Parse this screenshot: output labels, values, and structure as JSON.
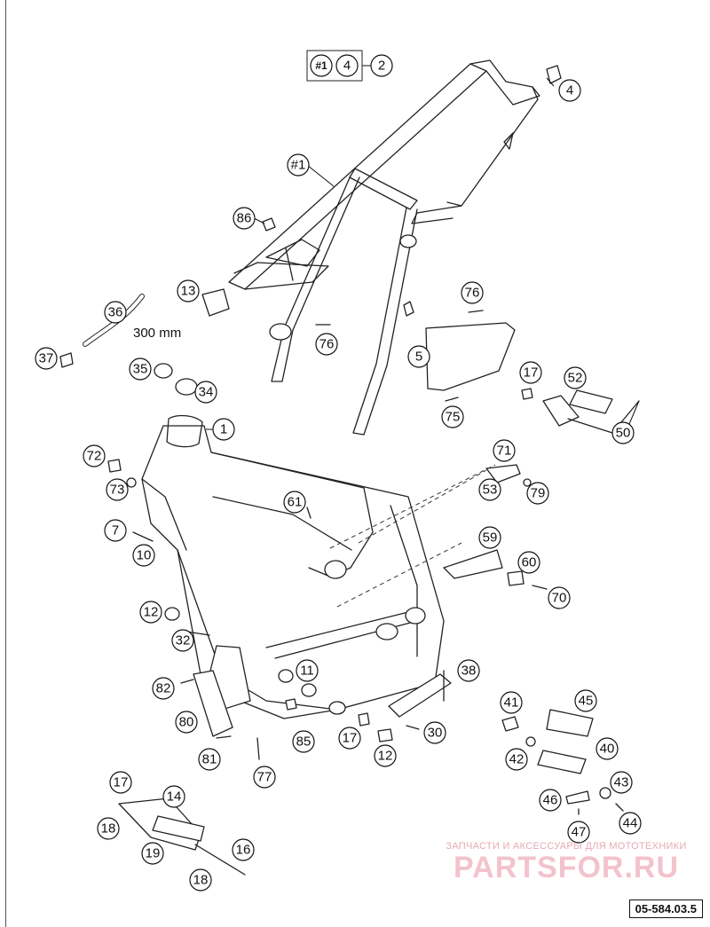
{
  "diagram_code": "05-584.03.5",
  "dimension_note": "300 mm",
  "watermark": {
    "subtitle": "ЗАПЧАСТИ И АКСЕССУАРЫ ДЛЯ МОТОТЕХНИКИ",
    "logo": "PARTSFOR.RU"
  },
  "assembly_box": {
    "ref": "#1",
    "qty": "4",
    "part": "2"
  },
  "callouts": [
    {
      "id": "c-sub",
      "label": "#1"
    },
    {
      "id": "c-4",
      "label": "4"
    },
    {
      "id": "c-86",
      "label": "86"
    },
    {
      "id": "c-13",
      "label": "13"
    },
    {
      "id": "c-36",
      "label": "36"
    },
    {
      "id": "c-37",
      "label": "37"
    },
    {
      "id": "c-35",
      "label": "35"
    },
    {
      "id": "c-34",
      "label": "34"
    },
    {
      "id": "c-76a",
      "label": "76"
    },
    {
      "id": "c-76b",
      "label": "76"
    },
    {
      "id": "c-5",
      "label": "5"
    },
    {
      "id": "c-75",
      "label": "75"
    },
    {
      "id": "c-17a",
      "label": "17"
    },
    {
      "id": "c-52",
      "label": "52"
    },
    {
      "id": "c-50",
      "label": "50"
    },
    {
      "id": "c-1",
      "label": "1"
    },
    {
      "id": "c-72",
      "label": "72"
    },
    {
      "id": "c-73",
      "label": "73"
    },
    {
      "id": "c-71",
      "label": "71"
    },
    {
      "id": "c-53",
      "label": "53"
    },
    {
      "id": "c-79",
      "label": "79"
    },
    {
      "id": "c-61",
      "label": "61"
    },
    {
      "id": "c-7",
      "label": "7"
    },
    {
      "id": "c-10",
      "label": "10"
    },
    {
      "id": "c-59",
      "label": "59"
    },
    {
      "id": "c-60",
      "label": "60"
    },
    {
      "id": "c-70",
      "label": "70"
    },
    {
      "id": "c-12a",
      "label": "12"
    },
    {
      "id": "c-32",
      "label": "32"
    },
    {
      "id": "c-11",
      "label": "11"
    },
    {
      "id": "c-38",
      "label": "38"
    },
    {
      "id": "c-82",
      "label": "82"
    },
    {
      "id": "c-80",
      "label": "80"
    },
    {
      "id": "c-85",
      "label": "85"
    },
    {
      "id": "c-17b",
      "label": "17"
    },
    {
      "id": "c-30",
      "label": "30"
    },
    {
      "id": "c-41",
      "label": "41"
    },
    {
      "id": "c-45",
      "label": "45"
    },
    {
      "id": "c-81",
      "label": "81"
    },
    {
      "id": "c-77",
      "label": "77"
    },
    {
      "id": "c-12b",
      "label": "12"
    },
    {
      "id": "c-42",
      "label": "42"
    },
    {
      "id": "c-40",
      "label": "40"
    },
    {
      "id": "c-17c",
      "label": "17"
    },
    {
      "id": "c-14",
      "label": "14"
    },
    {
      "id": "c-43",
      "label": "43"
    },
    {
      "id": "c-46",
      "label": "46"
    },
    {
      "id": "c-44",
      "label": "44"
    },
    {
      "id": "c-18a",
      "label": "18"
    },
    {
      "id": "c-47",
      "label": "47"
    },
    {
      "id": "c-19",
      "label": "19"
    },
    {
      "id": "c-16",
      "label": "16"
    },
    {
      "id": "c-18b",
      "label": "18"
    }
  ]
}
